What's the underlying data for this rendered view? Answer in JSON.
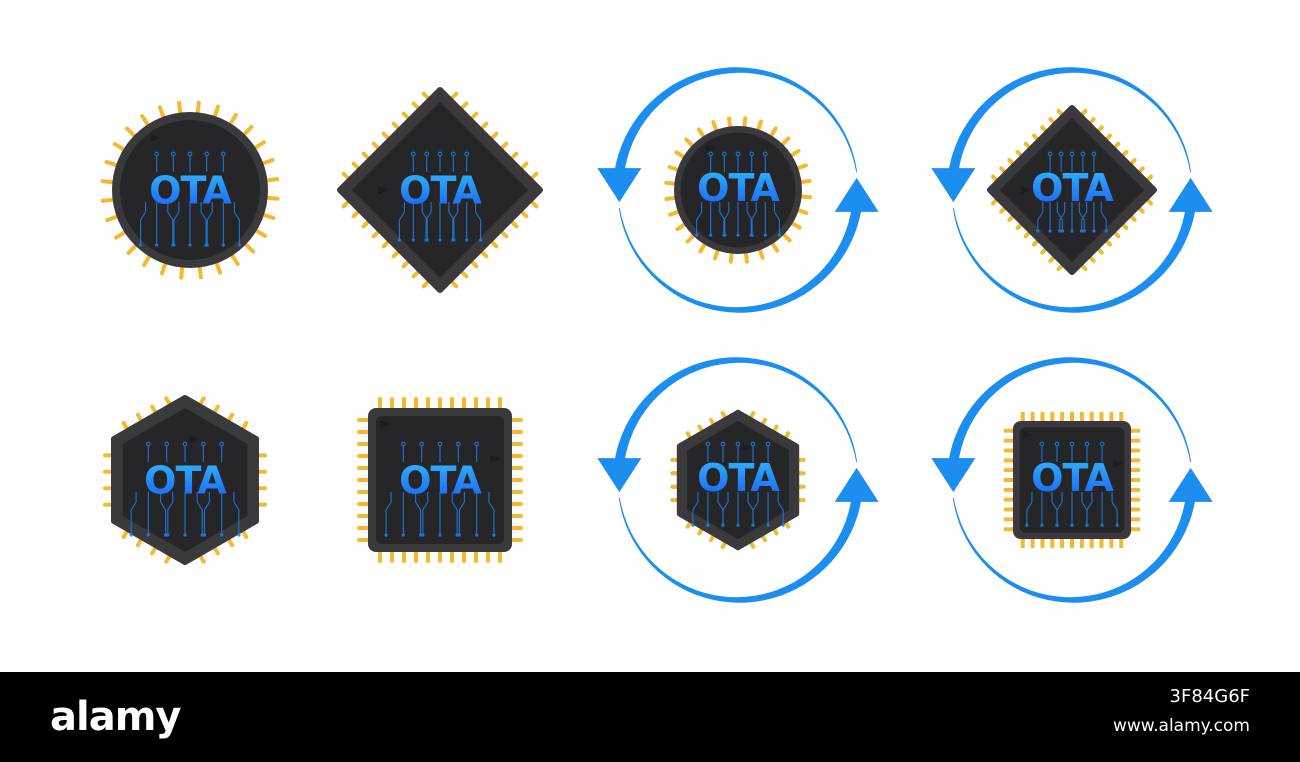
{
  "icons": [
    {
      "label": "OTA",
      "chip": "circle",
      "refresh": false
    },
    {
      "label": "OTA",
      "chip": "diamond",
      "refresh": false
    },
    {
      "label": "OTA",
      "chip": "circle",
      "refresh": true
    },
    {
      "label": "OTA",
      "chip": "diamond",
      "refresh": true
    },
    {
      "label": "OTA",
      "chip": "hexagon",
      "refresh": false
    },
    {
      "label": "OTA",
      "chip": "square",
      "refresh": false
    },
    {
      "label": "OTA",
      "chip": "hexagon",
      "refresh": true
    },
    {
      "label": "OTA",
      "chip": "square",
      "refresh": true
    }
  ],
  "footer": {
    "brand": "alamy",
    "image_id": "3F84G6F",
    "url": "www.alamy.com"
  },
  "colors": {
    "chip_body": "#3a3a3c",
    "chip_inner": "#262628",
    "pins": "#f5b82e",
    "text_gradient_top": "#2fb8ff",
    "text_gradient_bottom": "#1c5ef0",
    "arrow": "#1b8ef0"
  }
}
